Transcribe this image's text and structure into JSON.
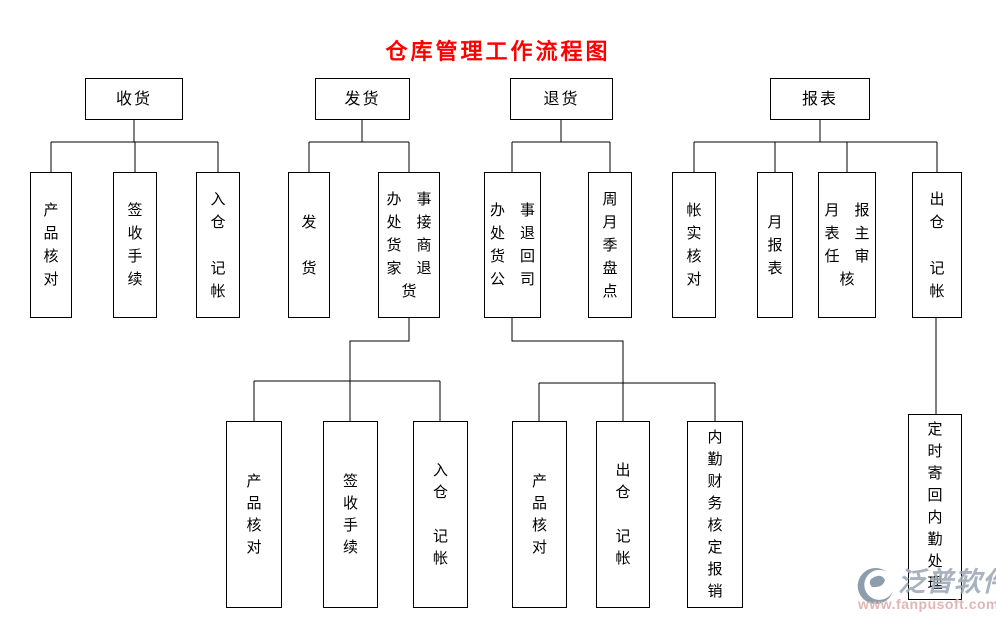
{
  "title": "仓库管理工作流程图",
  "colors": {
    "title_text": "#ff0000",
    "box_border": "#000000",
    "watermark_brand": "#9fabb9",
    "watermark_url": "#dfadad"
  },
  "nodes": {
    "receiving": {
      "label": "收货"
    },
    "shipping": {
      "label": "发货"
    },
    "returns": {
      "label": "退货"
    },
    "reports": {
      "label": "报表"
    },
    "receiving_product_check": {
      "label": "产\n品\n核\n对"
    },
    "receiving_sign_procedure": {
      "label": "签\n收\n手\n续"
    },
    "receiving_warehouse_entry": {
      "label": "入\n仓\n\n记\n帐"
    },
    "shipping_dispatch": {
      "label": "发\n\n货"
    },
    "shipping_office_accept_returns": {
      "label": "办　事\n处　接\n货　商\n家　退\n货"
    },
    "returns_office_return_company": {
      "label": "办　事\n处　退\n货　回\n公　司"
    },
    "returns_periodic_stocktake": {
      "label": "周\n月\n季\n盘\n点"
    },
    "reports_account_verification": {
      "label": "帐\n实\n核\n对"
    },
    "reports_monthly_report": {
      "label": "月\n报\n表"
    },
    "reports_monthly_director_review": {
      "label": "月　报\n表　主\n任　审\n核"
    },
    "reports_outbound_entry": {
      "label": "出\n仓\n\n记\n帐"
    },
    "shipping2_product_check": {
      "label": "产\n品\n核\n对"
    },
    "shipping2_sign_procedure": {
      "label": "签\n收\n手\n续"
    },
    "shipping2_warehouse_entry": {
      "label": "入\n仓\n\n记\n帐"
    },
    "returns2_product_check": {
      "label": "产\n品\n核\n对"
    },
    "returns2_outbound_entry": {
      "label": "出\n仓\n\n记\n帐"
    },
    "returns2_finance_reimbursement": {
      "label": "内\n勤\n财\n务\n核\n定\n报\n销"
    },
    "reports2_mail_back_processing": {
      "label": "定\n时\n寄\n回\n内\n勤\n处\n理"
    }
  },
  "hierarchy": [
    {
      "label": "收货",
      "children": [
        "产品核对",
        "签收手续",
        "入仓记帐"
      ]
    },
    {
      "label": "发货",
      "children": [
        {
          "label": "发货"
        },
        {
          "label": "办事处接货商家退货",
          "children": [
            "产品核对",
            "签收手续",
            "入仓记帐"
          ]
        }
      ]
    },
    {
      "label": "退货",
      "children": [
        {
          "label": "办事处退货回公司",
          "children": [
            "产品核对",
            "出仓记帐",
            "内勤财务核定报销"
          ]
        },
        {
          "label": "周月季盘点"
        }
      ]
    },
    {
      "label": "报表",
      "children": [
        {
          "label": "帐实核对"
        },
        {
          "label": "月报表"
        },
        {
          "label": "月报表主任审核"
        },
        {
          "label": "出仓记帐",
          "children": [
            "定时寄回内勤处理"
          ]
        }
      ]
    }
  ],
  "watermark": {
    "icon": "fanpu-swirl-logo",
    "brand": "泛普软件",
    "url": "www.fanpusoft.com"
  }
}
